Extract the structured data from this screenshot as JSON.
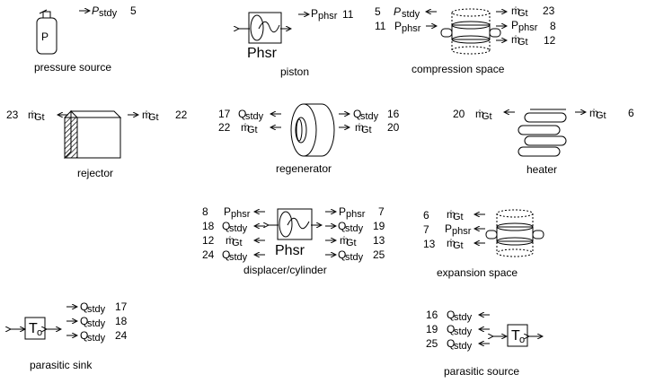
{
  "components": {
    "pressure_source": {
      "label": "pressure source",
      "glyph": "P",
      "ports": [
        {
          "var": "P",
          "sub": "stdy",
          "num": "5"
        }
      ]
    },
    "piston": {
      "label": "piston",
      "phasor": "Phsr",
      "ports": [
        {
          "var": "P",
          "sub": "phsr",
          "num": "11"
        }
      ]
    },
    "compression_space": {
      "label": "compression space",
      "left_ports": [
        {
          "num": "5",
          "var": "P",
          "sub": "stdy"
        },
        {
          "num": "11",
          "var": "P",
          "sub": "phsr"
        }
      ],
      "right_ports": [
        {
          "var": "ṁ",
          "sub": "Gt",
          "num": "23"
        },
        {
          "var": "P",
          "sub": "phsr",
          "num": "8"
        },
        {
          "var": "ṁ",
          "sub": "Gt",
          "num": "12"
        }
      ]
    },
    "rejector": {
      "label": "rejector",
      "left_port": {
        "num": "23",
        "var": "ṁ",
        "sub": "Gt"
      },
      "right_port": {
        "var": "ṁ",
        "sub": "Gt",
        "num": "22"
      }
    },
    "regenerator": {
      "label": "regenerator",
      "left_ports": [
        {
          "num": "17",
          "var": "Q",
          "sub": "stdy"
        },
        {
          "num": "22",
          "var": "ṁ",
          "sub": "Gt"
        }
      ],
      "right_ports": [
        {
          "var": "Q",
          "sub": "stdy",
          "num": "16"
        },
        {
          "var": "ṁ",
          "sub": "Gt",
          "num": "20"
        }
      ]
    },
    "heater": {
      "label": "heater",
      "left_port": {
        "num": "20",
        "var": "ṁ",
        "sub": "Gt"
      },
      "right_port": {
        "var": "ṁ",
        "sub": "Gt",
        "num": "6"
      }
    },
    "displacer": {
      "label": "displacer/cylinder",
      "phasor": "Phsr",
      "left_ports": [
        {
          "num": "8",
          "var": "P",
          "sub": "phsr"
        },
        {
          "num": "18",
          "var": "Q",
          "sub": "stdy"
        },
        {
          "num": "12",
          "var": "ṁ",
          "sub": "Gt"
        },
        {
          "num": "24",
          "var": "Q",
          "sub": "stdy"
        }
      ],
      "right_ports": [
        {
          "var": "P",
          "sub": "phsr",
          "num": "7"
        },
        {
          "var": "Q",
          "sub": "stdy",
          "num": "19"
        },
        {
          "var": "ṁ",
          "sub": "Gt",
          "num": "13"
        },
        {
          "var": "Q",
          "sub": "stdy",
          "num": "25"
        }
      ]
    },
    "expansion_space": {
      "label": "expansion space",
      "left_ports": [
        {
          "num": "6",
          "var": "ṁ",
          "sub": "Gt"
        },
        {
          "num": "7",
          "var": "P",
          "sub": "phsr"
        },
        {
          "num": "13",
          "var": "ṁ",
          "sub": "Gt"
        }
      ]
    },
    "parasitic_sink": {
      "label": "parasitic sink",
      "glyph": "T",
      "glyph_sub": "o",
      "ports": [
        {
          "var": "Q",
          "sub": "stdy",
          "num": "17"
        },
        {
          "var": "Q",
          "sub": "stdy",
          "num": "18"
        },
        {
          "var": "Q",
          "sub": "stdy",
          "num": "24"
        }
      ]
    },
    "parasitic_source": {
      "label": "parasitic source",
      "glyph": "T",
      "glyph_sub": "o",
      "ports": [
        {
          "num": "16",
          "var": "Q",
          "sub": "stdy"
        },
        {
          "num": "19",
          "var": "Q",
          "sub": "stdy"
        },
        {
          "num": "25",
          "var": "Q",
          "sub": "stdy"
        }
      ]
    }
  }
}
